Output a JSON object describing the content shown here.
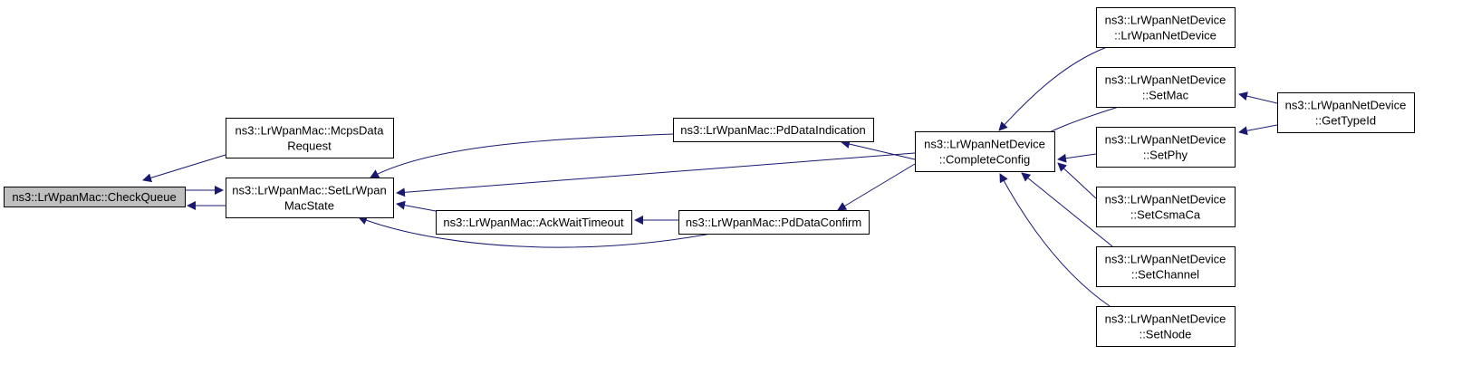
{
  "nodes": [
    {
      "id": "check_queue",
      "lines": [
        "ns3::LrWpanMac::CheckQueue"
      ],
      "root": true
    },
    {
      "id": "mcps_data_request",
      "lines": [
        "ns3::LrWpanMac::McpsData",
        "Request"
      ]
    },
    {
      "id": "set_lrwpan_mac_state",
      "lines": [
        "ns3::LrWpanMac::SetLrWpan",
        "MacState"
      ]
    },
    {
      "id": "pd_data_indication",
      "lines": [
        "ns3::LrWpanMac::PdDataIndication"
      ]
    },
    {
      "id": "ack_wait_timeout",
      "lines": [
        "ns3::LrWpanMac::AckWaitTimeout"
      ]
    },
    {
      "id": "pd_data_confirm",
      "lines": [
        "ns3::LrWpanMac::PdDataConfirm"
      ]
    },
    {
      "id": "complete_config",
      "lines": [
        "ns3::LrWpanNetDevice",
        "::CompleteConfig"
      ]
    },
    {
      "id": "ctor",
      "lines": [
        "ns3::LrWpanNetDevice",
        "::LrWpanNetDevice"
      ]
    },
    {
      "id": "set_mac",
      "lines": [
        "ns3::LrWpanNetDevice",
        "::SetMac"
      ]
    },
    {
      "id": "set_phy",
      "lines": [
        "ns3::LrWpanNetDevice",
        "::SetPhy"
      ]
    },
    {
      "id": "set_csma_ca",
      "lines": [
        "ns3::LrWpanNetDevice",
        "::SetCsmaCa"
      ]
    },
    {
      "id": "set_channel",
      "lines": [
        "ns3::LrWpanNetDevice",
        "::SetChannel"
      ]
    },
    {
      "id": "set_node",
      "lines": [
        "ns3::LrWpanNetDevice",
        "::SetNode"
      ]
    },
    {
      "id": "get_type_id",
      "lines": [
        "ns3::LrWpanNetDevice",
        "::GetTypeId"
      ]
    }
  ],
  "edges": [
    {
      "from": "mcps_data_request",
      "to": "check_queue"
    },
    {
      "from": "set_lrwpan_mac_state",
      "to": "check_queue"
    },
    {
      "from": "check_queue",
      "to": "set_lrwpan_mac_state"
    },
    {
      "from": "pd_data_indication",
      "to": "set_lrwpan_mac_state"
    },
    {
      "from": "complete_config",
      "to": "set_lrwpan_mac_state"
    },
    {
      "from": "ack_wait_timeout",
      "to": "set_lrwpan_mac_state"
    },
    {
      "from": "pd_data_confirm",
      "to": "set_lrwpan_mac_state"
    },
    {
      "from": "pd_data_confirm",
      "to": "ack_wait_timeout"
    },
    {
      "from": "complete_config",
      "to": "pd_data_indication"
    },
    {
      "from": "complete_config",
      "to": "pd_data_confirm"
    },
    {
      "from": "ctor",
      "to": "complete_config"
    },
    {
      "from": "set_mac",
      "to": "complete_config"
    },
    {
      "from": "set_phy",
      "to": "complete_config"
    },
    {
      "from": "set_csma_ca",
      "to": "complete_config"
    },
    {
      "from": "set_channel",
      "to": "complete_config"
    },
    {
      "from": "set_node",
      "to": "complete_config"
    },
    {
      "from": "get_type_id",
      "to": "set_mac"
    },
    {
      "from": "get_type_id",
      "to": "set_phy"
    }
  ],
  "colors": {
    "edge": "#191970",
    "root_fill": "#bfbfbf",
    "node_fill": "#ffffff",
    "node_stroke": "#000000"
  }
}
